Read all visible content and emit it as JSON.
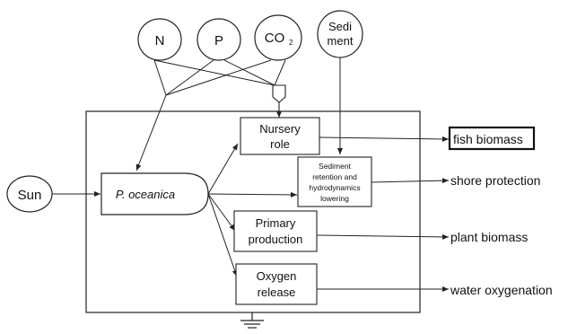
{
  "nodes": {
    "n": "N",
    "p": "P",
    "co2_main": "CO",
    "co2_sub": "2",
    "sediment_line1": "Sedi",
    "sediment_line2": "ment",
    "sun": "Sun",
    "oceanica": "P. oceanica",
    "nursery_line1": "Nursery",
    "nursery_line2": "role",
    "retention_line1": "Sediment",
    "retention_line2": "retention and",
    "retention_line3": "hydrodynamics",
    "retention_line4": "lowering",
    "primary_line1": "Primary",
    "primary_line2": "production",
    "oxygen_line1": "Oxygen",
    "oxygen_line2": "release"
  },
  "outputs": {
    "fish": "fish biomass",
    "shore": "shore protection",
    "plant": "plant biomass",
    "water": "water oxygenation"
  },
  "colors": {
    "stroke": "#222222",
    "text": "#111111"
  }
}
